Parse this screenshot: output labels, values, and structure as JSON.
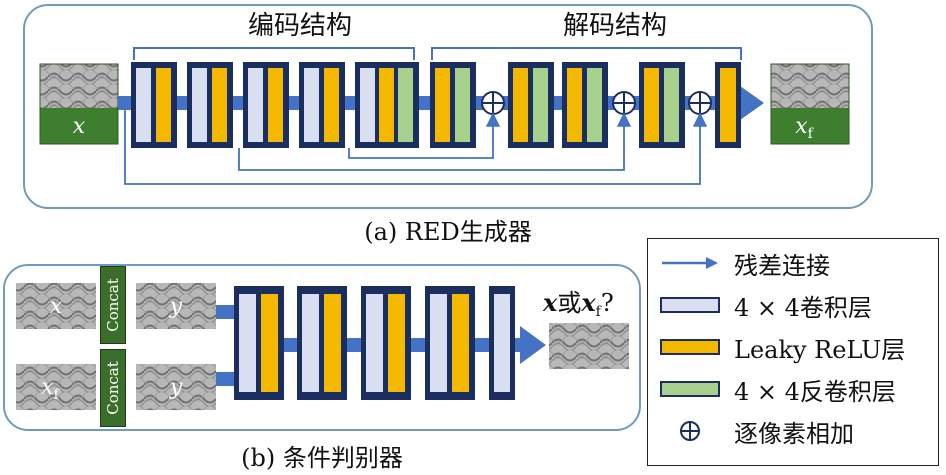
{
  "generator": {
    "encoder_label": "编码结构",
    "decoder_label": "解码结构",
    "input_symbol": "x",
    "output_symbol_main": "x",
    "output_symbol_sub": "f",
    "caption": "(a) RED生成器"
  },
  "discriminator": {
    "concat_label": "Concat",
    "input_x": "x",
    "input_xf_main": "x",
    "input_xf_sub": "f",
    "input_y": "y",
    "question_a": "x",
    "question_or": "或",
    "question_b_main": "x",
    "question_b_sub": "f",
    "question_mark": "?",
    "caption": "(b) 条件判别器"
  },
  "legend": {
    "items": [
      {
        "symbol": "arrow-icon",
        "label": "残差连接"
      },
      {
        "symbol": "conv-swatch",
        "label": "4 × 4卷积层"
      },
      {
        "symbol": "leaky-relu-swatch",
        "label": "Leaky ReLU层"
      },
      {
        "symbol": "deconv-swatch",
        "label": "4 × 4反卷积层"
      },
      {
        "symbol": "plus-circle-icon",
        "label": "逐像素相加"
      }
    ]
  },
  "colors": {
    "conv": "#d9def0",
    "leaky_relu": "#f5b800",
    "deconv": "#a9d18e",
    "block_border": "#1a2f5f",
    "arrow": "#4472c4",
    "panel_border": "#6e9bbf",
    "image_label_bg": "#3e7f2f"
  }
}
